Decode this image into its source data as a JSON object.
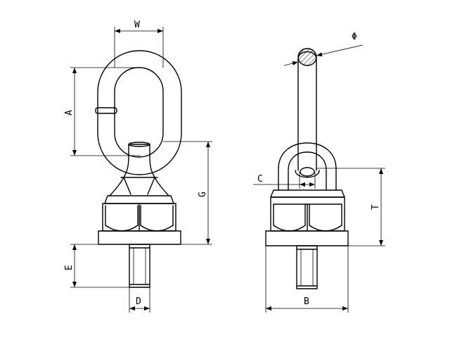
{
  "labels": {
    "W": "W",
    "A": "A",
    "G": "G",
    "E": "E",
    "D": "D",
    "Phi": "Φ",
    "C": "C",
    "T": "T",
    "B": "B"
  }
}
